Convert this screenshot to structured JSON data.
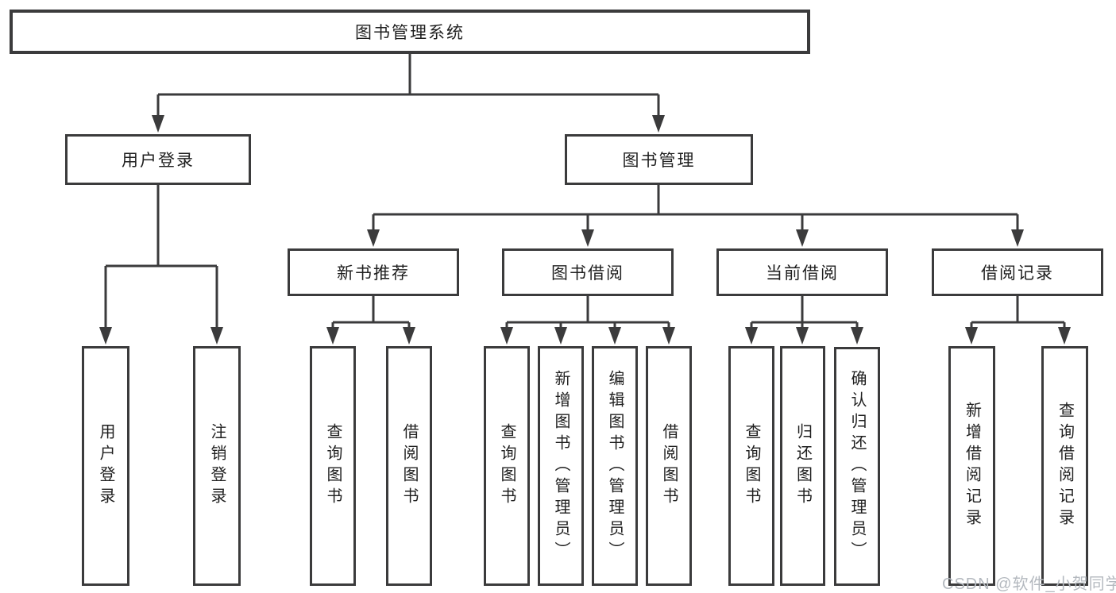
{
  "diagram": {
    "title": "图书管理系统",
    "branches": [
      {
        "label": "用户登录",
        "children": [
          {
            "label": "用户登录"
          },
          {
            "label": "注销登录"
          }
        ]
      },
      {
        "label": "图书管理",
        "children": [
          {
            "label": "新书推荐",
            "children": [
              {
                "label": "查询图书"
              },
              {
                "label": "借阅图书"
              }
            ]
          },
          {
            "label": "图书借阅",
            "children": [
              {
                "label": "查询图书"
              },
              {
                "label": "新增图书（管理员）"
              },
              {
                "label": "编辑图书（管理员）"
              },
              {
                "label": "借阅图书"
              }
            ]
          },
          {
            "label": "当前借阅",
            "children": [
              {
                "label": "查询图书"
              },
              {
                "label": "归还图书"
              },
              {
                "label": "确认归还（管理员）"
              }
            ]
          },
          {
            "label": "借阅记录",
            "children": [
              {
                "label": "新增借阅记录"
              },
              {
                "label": "查询借阅记录"
              }
            ]
          }
        ]
      }
    ],
    "watermark": "CSDN @软件_小贺同学"
  },
  "colors": {
    "line": "#3b3b3c",
    "text": "#1f1f1f",
    "watermark": "#b4b9bf",
    "background": "#ffffff"
  }
}
